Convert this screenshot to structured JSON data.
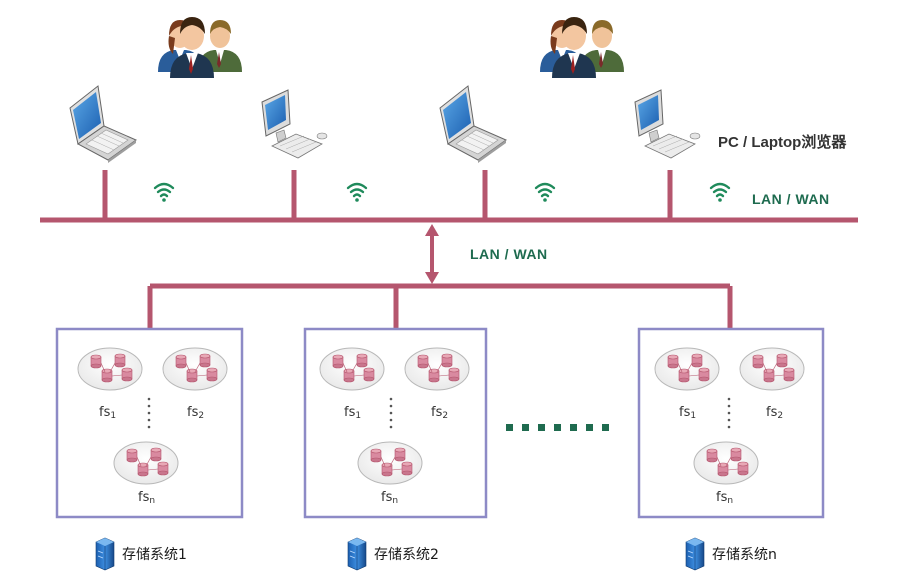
{
  "labels": {
    "pc_browser": "PC / Laptop浏览器",
    "lan_wan_top": "LAN / WAN",
    "lan_wan_mid": "LAN / WAN"
  },
  "storage_systems": [
    {
      "name": "存储系统1",
      "fs": [
        "fs1",
        "fs2",
        "fsn"
      ]
    },
    {
      "name": "存储系统2",
      "fs": [
        "fs1",
        "fs2",
        "fsn"
      ]
    },
    {
      "name": "存储系统n",
      "fs": [
        "fs1",
        "fs2",
        "fsn"
      ]
    }
  ],
  "colors": {
    "network_line": "#b5566e",
    "box_border": "#8d8ac6",
    "label_green": "#1e6b4f",
    "wifi_green": "#1f8a5b"
  },
  "icons": [
    "user-group-icon",
    "laptop-icon",
    "desktop-pc-icon",
    "wifi-icon",
    "database-cluster-icon",
    "server-icon"
  ]
}
